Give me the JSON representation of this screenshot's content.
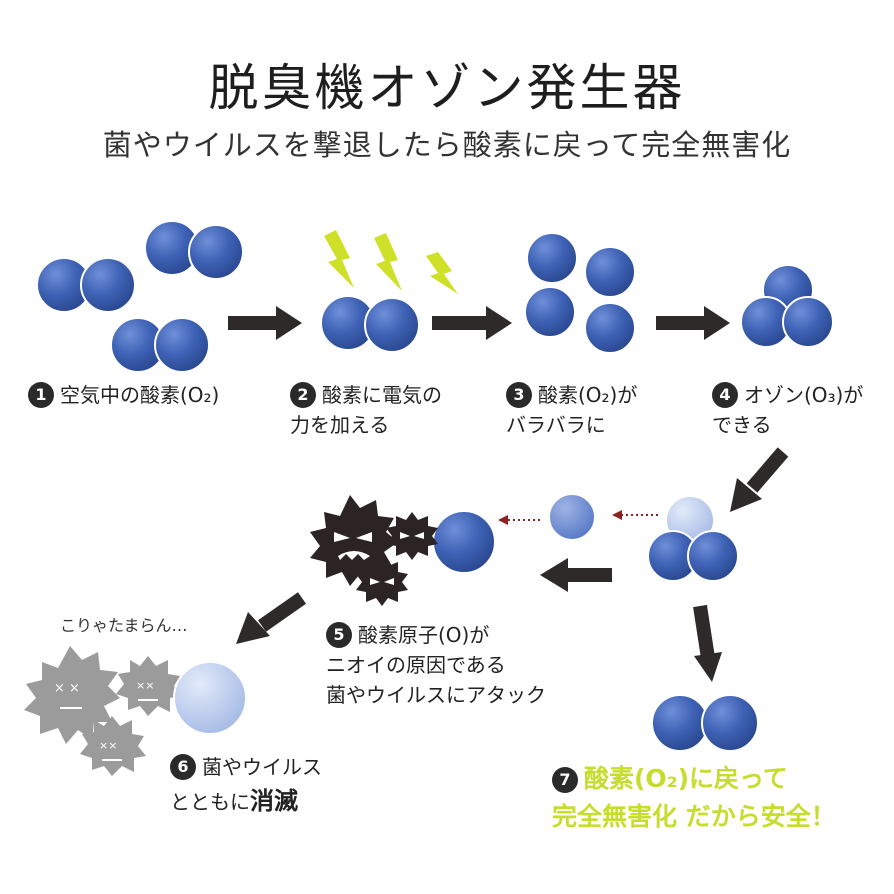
{
  "title": "脱臭機オゾン発生器",
  "subtitle": "菌やウイルスを撃退したら酸素に戻って完全無害化",
  "steps": [
    {
      "num": "1",
      "text": "空気中の酸素(O₂)"
    },
    {
      "num": "2",
      "line1": "酸素に電気の",
      "line2": "力を加える"
    },
    {
      "num": "3",
      "line1": "酸素(O₂)が",
      "line2": "バラバラに"
    },
    {
      "num": "4",
      "line1": "オゾン(O₃)が",
      "line2": "できる"
    },
    {
      "num": "5",
      "line1": "酸素原子(O)が",
      "line2": "ニオイの原因である",
      "line3": "菌やウイルスにアタック"
    },
    {
      "num": "6",
      "line1": "菌やウイルス",
      "line2a": "とともに",
      "line2b": "消滅"
    },
    {
      "num": "7",
      "line1": "酸素(O₂)に戻って",
      "line2": "完全無害化 だから安全！"
    }
  ],
  "speech": "こりゃたまらん…",
  "colors": {
    "molecule": "#3e62b5",
    "molecule_light": "#b8c9ec",
    "lightning": "#cfe028",
    "arrow": "#2e2a2a",
    "germ_dark": "#2c2424",
    "germ_grey": "#9b9b9b",
    "final_text": "#c7dd2e"
  }
}
